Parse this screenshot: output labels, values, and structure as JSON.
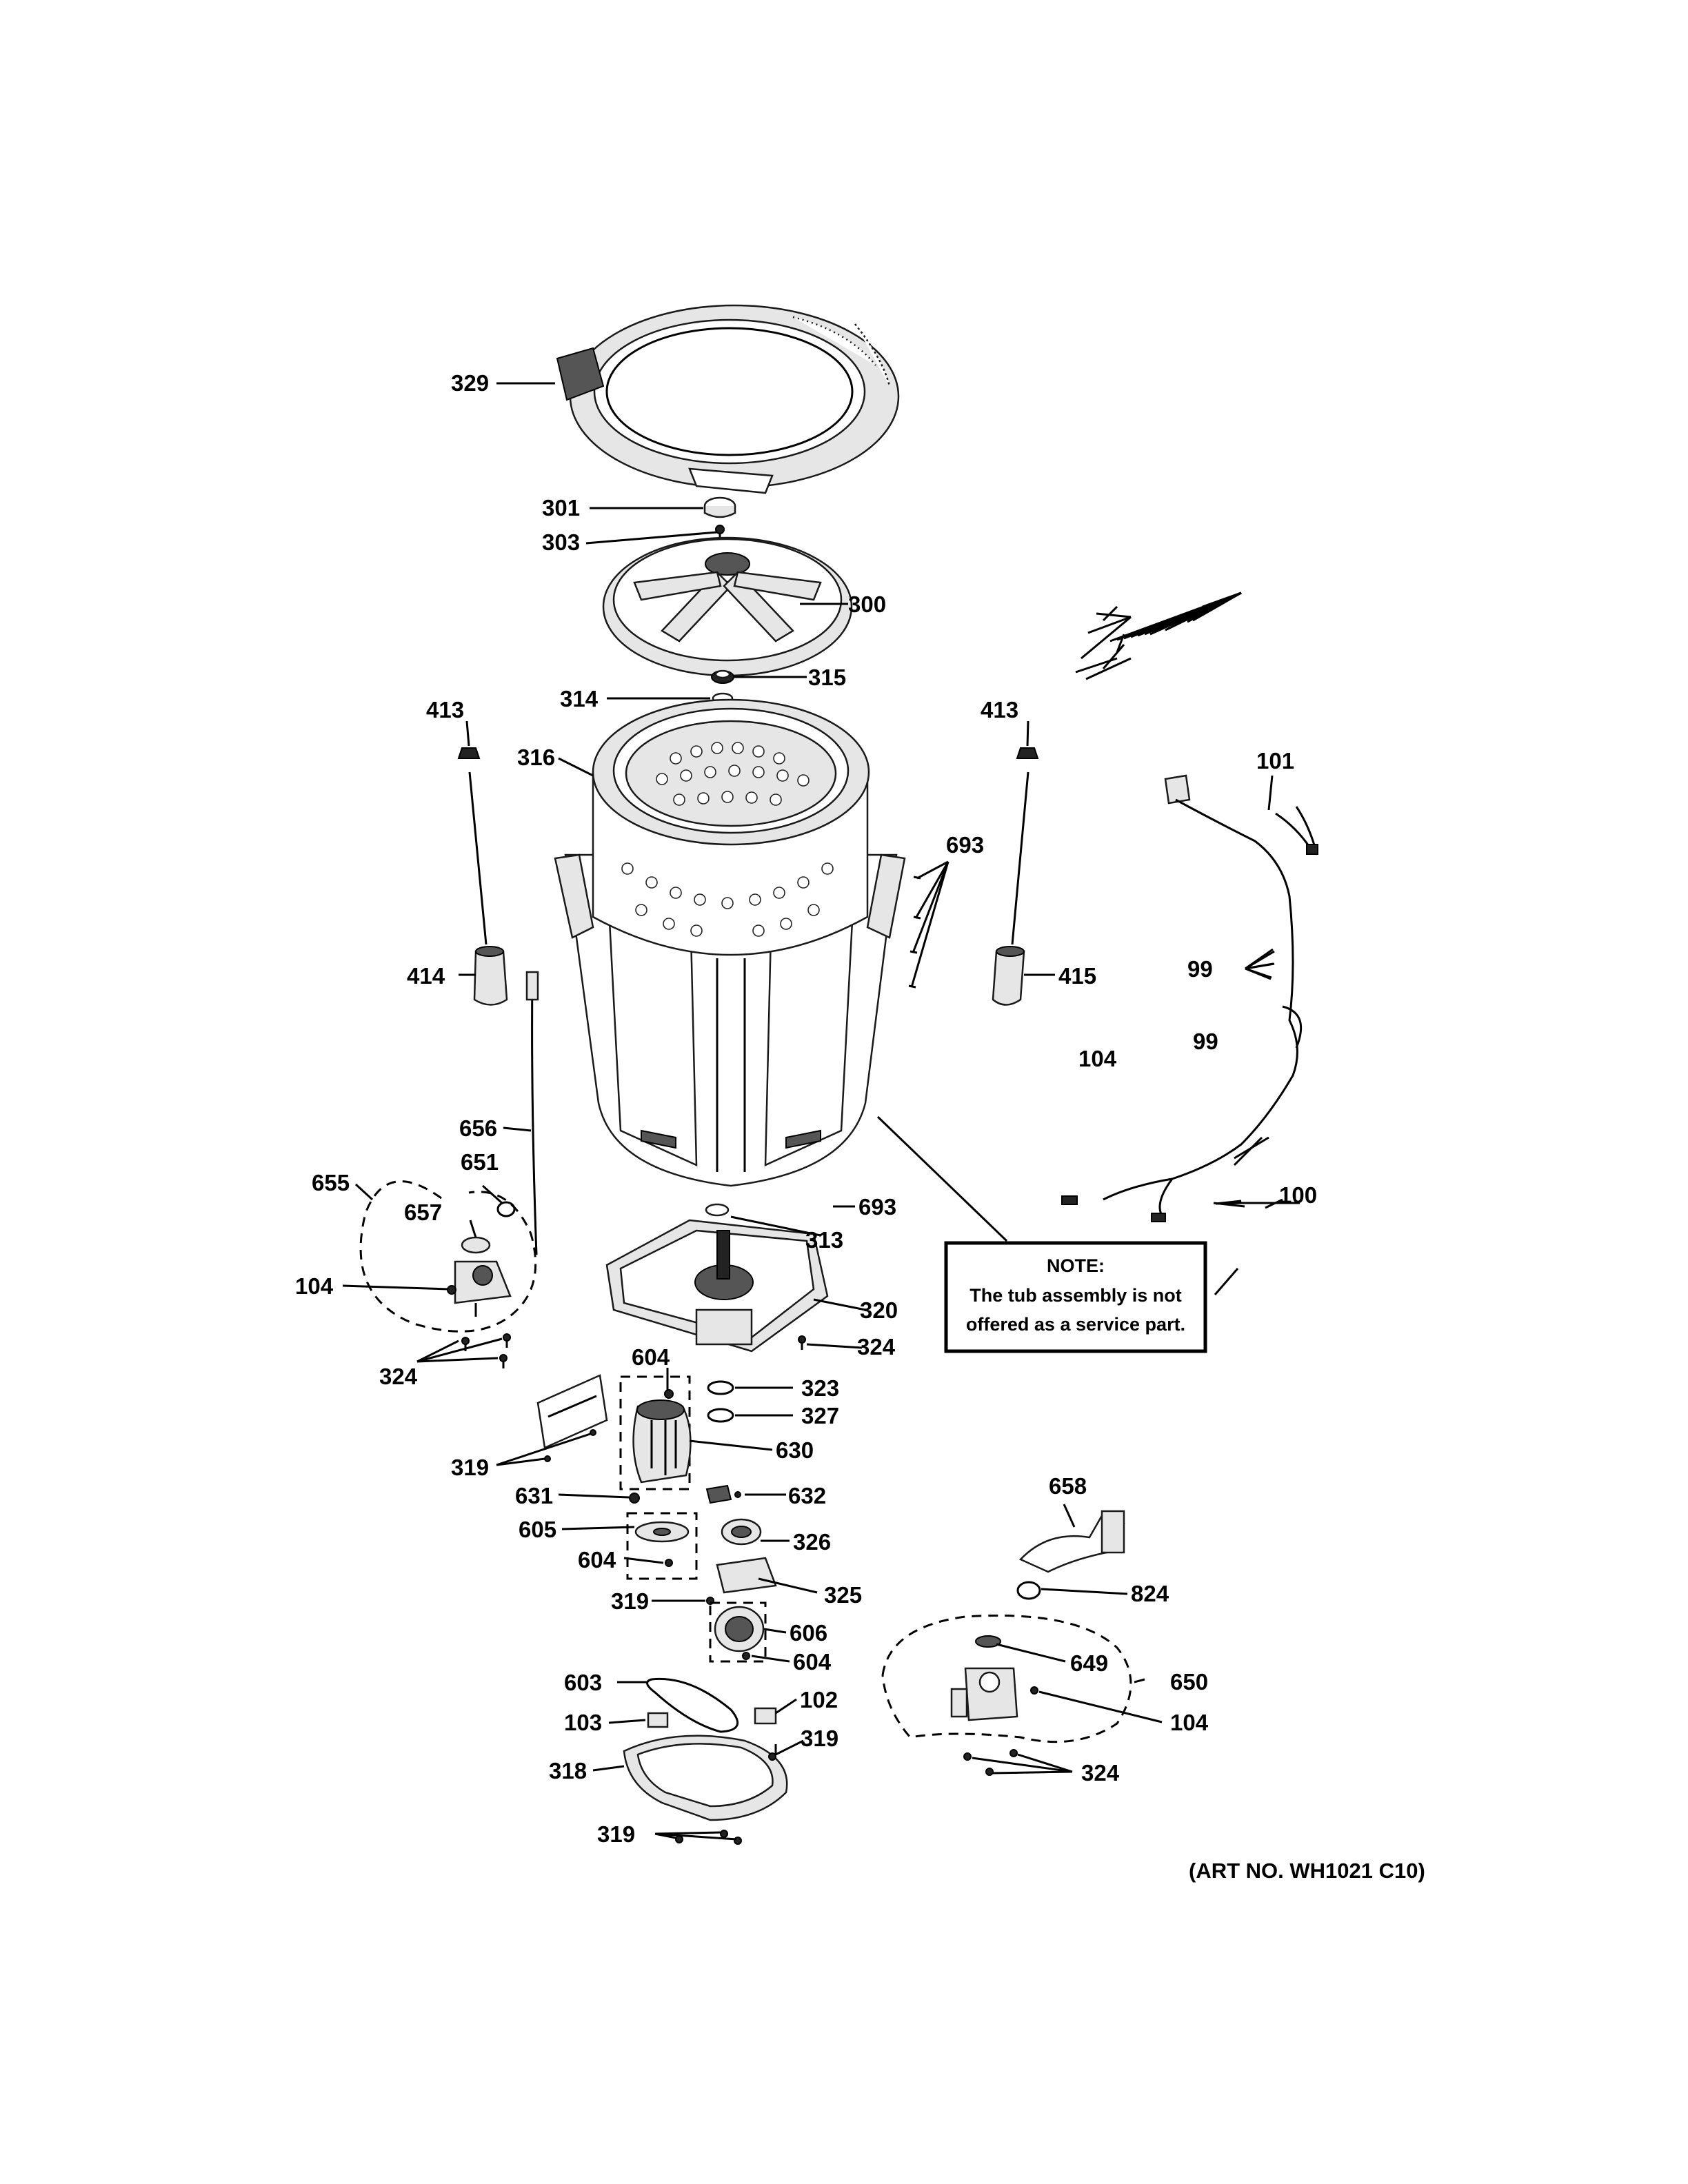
{
  "diagram": {
    "labels": {
      "l329": "329",
      "l301": "301",
      "l303": "303",
      "l300": "300",
      "l314": "314",
      "l315": "315",
      "l413a": "413",
      "l413b": "413",
      "l316": "316",
      "l101": "101",
      "l693a": "693",
      "l414": "414",
      "l415": "415",
      "l99a": "99",
      "l99b": "99",
      "l104a": "104",
      "l656": "656",
      "l651": "651",
      "l655": "655",
      "l657": "657",
      "l104b": "104",
      "l100": "100",
      "l313": "313",
      "l693b": "693",
      "l320": "320",
      "l324a": "324",
      "l324b": "324",
      "l604a": "604",
      "l323": "323",
      "l327": "327",
      "l630": "630",
      "l319a": "319",
      "l631": "631",
      "l632": "632",
      "l605": "605",
      "l326": "326",
      "l604b": "604",
      "l658": "658",
      "l319b": "319",
      "l325": "325",
      "l824": "824",
      "l606": "606",
      "l604c": "604",
      "l649": "649",
      "l603": "603",
      "l102": "102",
      "l650": "650",
      "l103": "103",
      "l104c": "104",
      "l319c": "319",
      "l318": "318",
      "l324c": "324",
      "l319d": "319"
    },
    "note": {
      "title": "NOTE:",
      "line1": "The tub assembly is not",
      "line2": "offered as a service part."
    },
    "art_number": "(ART NO. WH1021 C10)"
  }
}
